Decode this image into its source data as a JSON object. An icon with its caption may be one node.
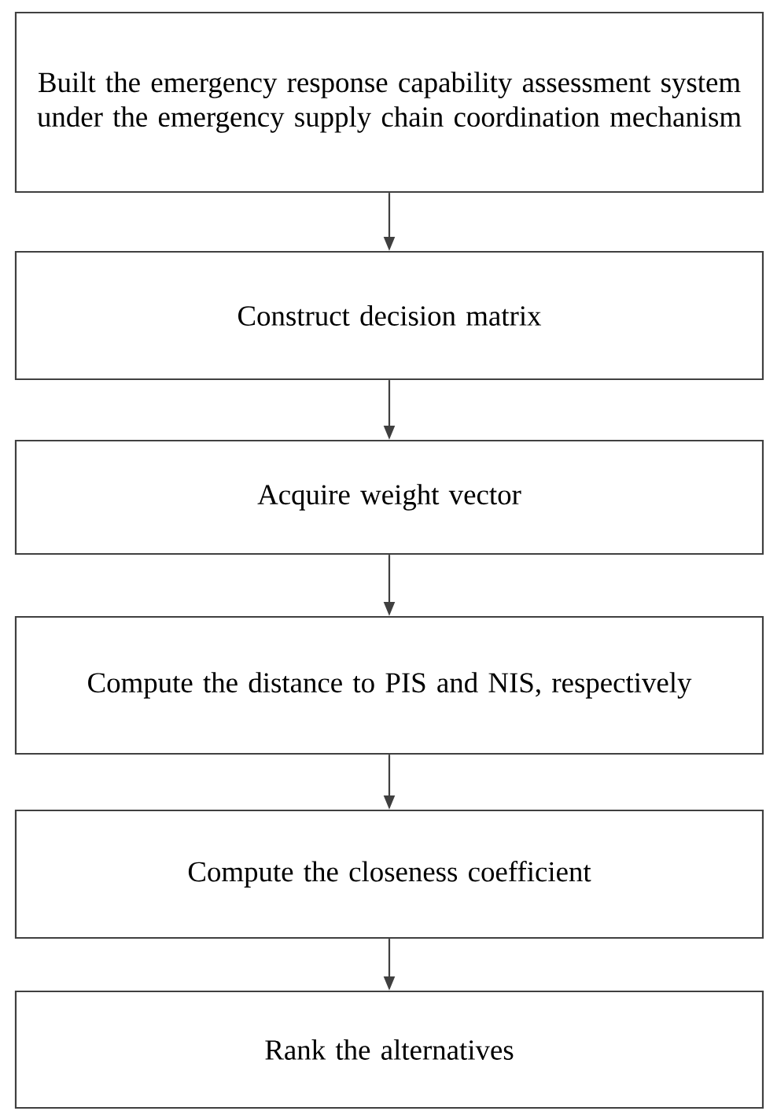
{
  "diagram": {
    "nodes": [
      {
        "text": [
          "Built the emergency response capability assessment system under the emergency supply chain coordination mechanism"
        ]
      },
      {
        "text": [
          "Construct decision matrix"
        ]
      },
      {
        "text": [
          "Acquire weight vector"
        ]
      },
      {
        "text": [
          "Compute the distance to PIS and NIS, respectively"
        ]
      },
      {
        "text": [
          "Compute the closeness coefficient"
        ]
      },
      {
        "text": [
          "Rank the alternatives"
        ]
      }
    ],
    "edges": [
      {
        "from": 0,
        "to": 1,
        "arrow": "to"
      },
      {
        "from": 1,
        "to": 2,
        "arrow": "to"
      },
      {
        "from": 2,
        "to": 3,
        "arrow": "to"
      },
      {
        "from": 3,
        "to": 4,
        "arrow": "to"
      },
      {
        "from": 4,
        "to": 5,
        "arrow": "to"
      }
    ]
  }
}
